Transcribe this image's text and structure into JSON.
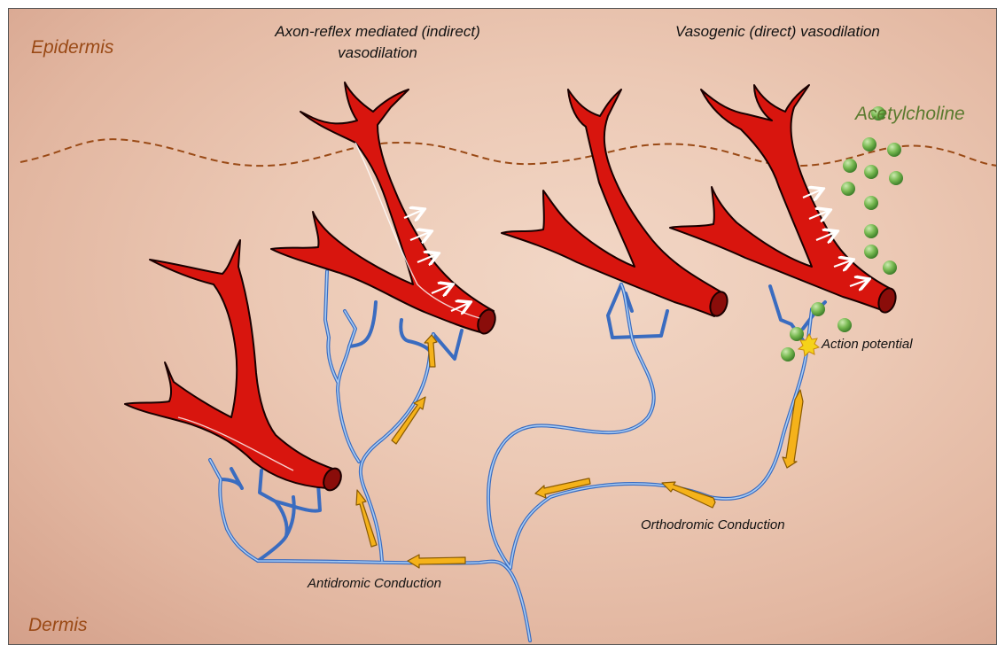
{
  "labels": {
    "epidermis": "Epidermis",
    "dermis": "Dermis",
    "acetylcholine": "Acetylcholine",
    "axon_reflex_line1": "Axon-reflex mediated (indirect)",
    "axon_reflex_line2": "vasodilation",
    "vasogenic": "Vasogenic (direct) vasodilation",
    "action_potential": "Action potential",
    "orthodromic": "Orthodromic Conduction",
    "antidromic": "Antidromic Conduction"
  },
  "colors": {
    "vessel": "#d8150e",
    "nerve": "#5a8ed6",
    "conduction_arrow": "#f5b21a",
    "acetylcholine_dot": "#6fb24a",
    "boundary_line": "#9a4a16"
  }
}
